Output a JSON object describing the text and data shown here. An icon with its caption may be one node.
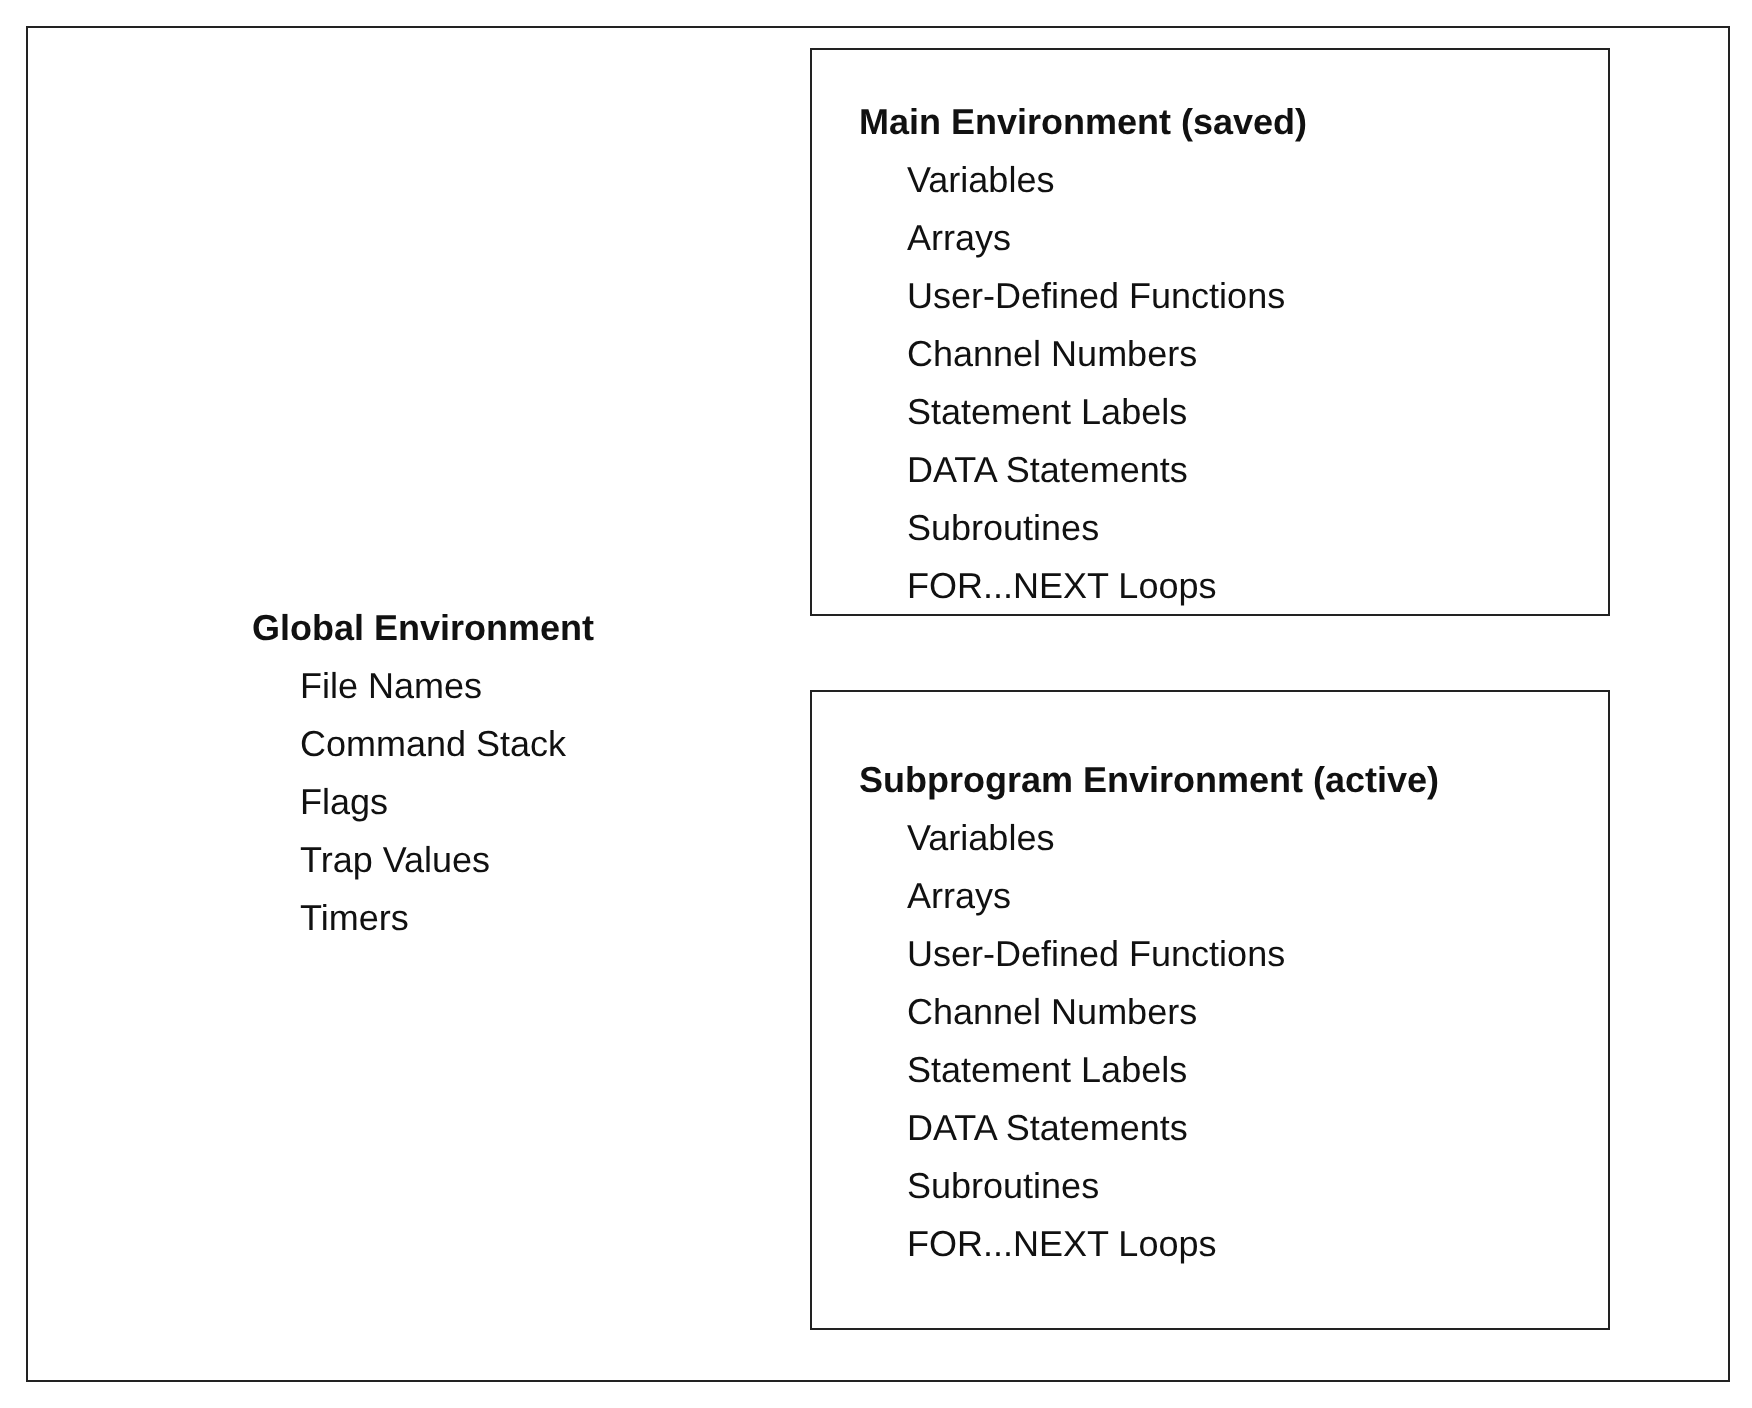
{
  "diagram": {
    "nodes": [
      {
        "text": [
          "Global Environment",
          "File Names",
          "Command Stack",
          "Flags",
          "Trap Values",
          "Timers"
        ]
      },
      {
        "text": [
          "Main Environment (saved)",
          "Variables",
          "Arrays",
          "User-Defined Functions",
          "Channel Numbers",
          "Statement Labels",
          "DATA Statements",
          "Subroutines",
          "FOR...NEXT Loops"
        ],
        "in": 0
      },
      {
        "text": [
          "Subprogram Environment (active)",
          "Variables",
          "Arrays",
          "User-Defined Functions",
          "Channel Numbers",
          "Statement Labels",
          "DATA Statements",
          "Subroutines",
          "FOR...NEXT Loops"
        ],
        "in": 0
      }
    ],
    "edges": []
  }
}
